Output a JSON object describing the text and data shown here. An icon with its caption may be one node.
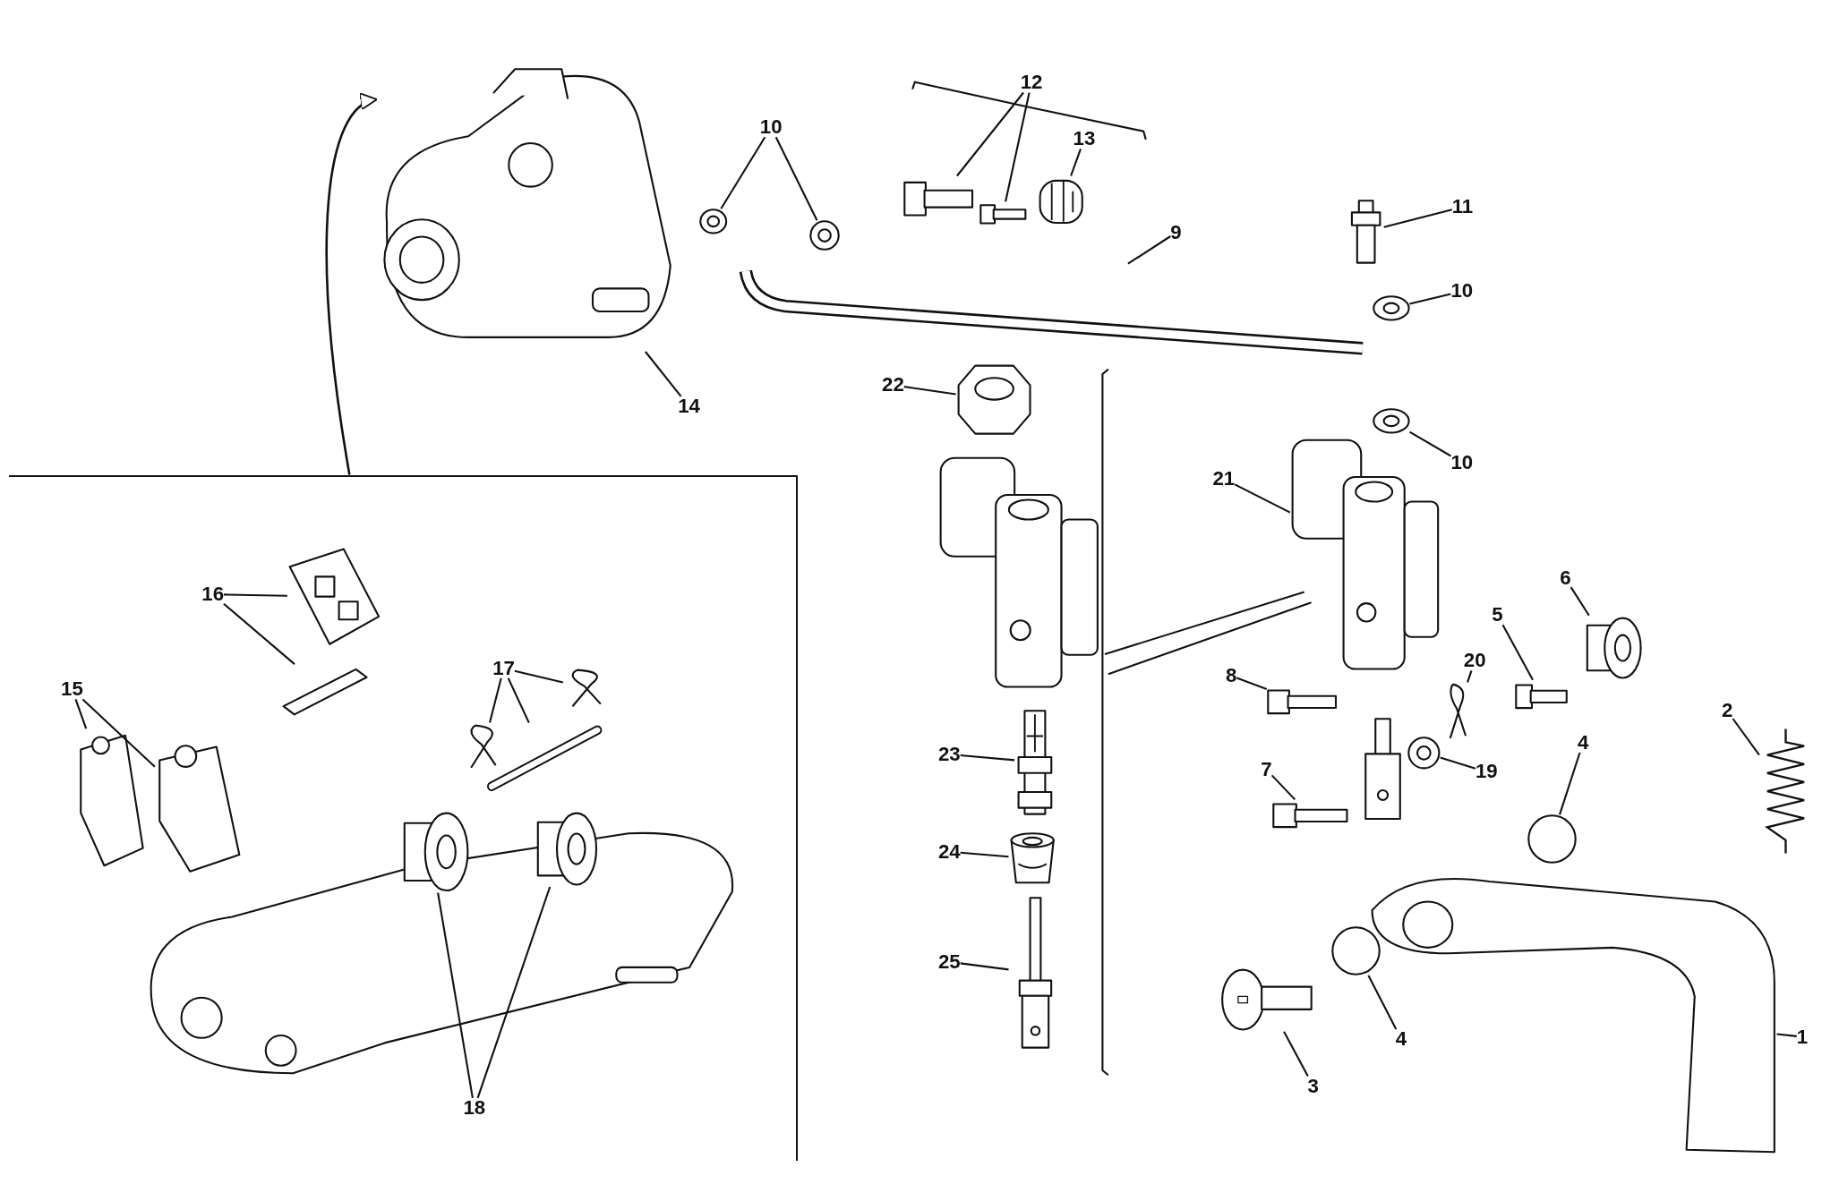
{
  "diagram": {
    "nodes": [
      {
        "text": [],
        "shape": "box"
      },
      {
        "text": [],
        "shape": "picture"
      },
      {
        "text": [
          "14"
        ]
      },
      {
        "text": [],
        "shape": "picture"
      },
      {
        "text": [],
        "shape": "picture"
      },
      {
        "text": [
          "10"
        ]
      },
      {
        "text": [],
        "shape": "picture"
      },
      {
        "text": [],
        "shape": "picture"
      },
      {
        "text": [
          "12"
        ]
      },
      {
        "text": [],
        "shape": "picture"
      },
      {
        "text": [
          "13"
        ]
      },
      {
        "text": [],
        "shape": "picture"
      },
      {
        "text": [
          "9"
        ]
      },
      {
        "text": [],
        "shape": "picture"
      },
      {
        "text": [
          "11"
        ]
      },
      {
        "text": [],
        "shape": "picture"
      },
      {
        "text": [
          "10"
        ]
      },
      {
        "text": [],
        "shape": "picture"
      },
      {
        "text": [
          "10"
        ]
      },
      {
        "text": [],
        "shape": "picture"
      },
      {
        "text": [
          "21"
        ]
      },
      {
        "text": [],
        "shape": "picture"
      },
      {
        "text": [
          "22"
        ]
      },
      {
        "text": [],
        "shape": "picture"
      },
      {
        "text": [],
        "shape": "picture"
      },
      {
        "text": [
          "23"
        ]
      },
      {
        "text": [],
        "shape": "picture"
      },
      {
        "text": [
          "24"
        ]
      },
      {
        "text": [],
        "shape": "picture"
      },
      {
        "text": [
          "25"
        ]
      },
      {
        "text": [],
        "shape": "picture"
      },
      {
        "text": [
          "8"
        ]
      },
      {
        "text": [],
        "shape": "picture"
      },
      {
        "text": [
          "7"
        ]
      },
      {
        "text": [],
        "shape": "picture"
      },
      {
        "text": [],
        "shape": "picture"
      },
      {
        "text": [
          "19"
        ]
      },
      {
        "text": [],
        "shape": "picture"
      },
      {
        "text": [
          "20"
        ]
      },
      {
        "text": [],
        "shape": "picture"
      },
      {
        "text": [
          "5"
        ]
      },
      {
        "text": [],
        "shape": "picture"
      },
      {
        "text": [
          "6"
        ]
      },
      {
        "text": [],
        "shape": "circle"
      },
      {
        "text": [
          "4"
        ]
      },
      {
        "text": [],
        "shape": "picture"
      },
      {
        "text": [
          "2"
        ]
      },
      {
        "text": [],
        "shape": "picture"
      },
      {
        "text": [
          "1"
        ]
      },
      {
        "text": [],
        "shape": "circle"
      },
      {
        "text": [
          "4"
        ]
      },
      {
        "text": [],
        "shape": "picture"
      },
      {
        "text": [
          "3"
        ]
      },
      {
        "text": [],
        "shape": "picture",
        "in": 0
      },
      {
        "text": [],
        "shape": "picture",
        "in": 0
      },
      {
        "text": [
          "16"
        ],
        "in": 0
      },
      {
        "text": [],
        "shape": "picture",
        "in": 0
      },
      {
        "text": [],
        "shape": "picture",
        "in": 0
      },
      {
        "text": [
          "15"
        ],
        "in": 0
      },
      {
        "text": [],
        "shape": "picture",
        "in": 0
      },
      {
        "text": [],
        "shape": "picture",
        "in": 0
      },
      {
        "text": [],
        "shape": "picture",
        "in": 0
      },
      {
        "text": [
          "17"
        ],
        "in": 0
      },
      {
        "text": [],
        "shape": "picture",
        "in": 0
      },
      {
        "text": [],
        "shape": "picture",
        "in": 0
      },
      {
        "text": [],
        "shape": "picture",
        "in": 0
      },
      {
        "text": [
          "18"
        ],
        "in": 0
      }
    ],
    "edges": [
      {
        "from": 0,
        "to": 1,
        "arrow": "to"
      },
      {
        "from": 2,
        "to": 1,
        "arrow": "none"
      },
      {
        "from": 5,
        "to": 3,
        "arrow": "none"
      },
      {
        "from": 5,
        "to": 4,
        "arrow": "none"
      },
      {
        "from": 8,
        "to": 6,
        "arrow": "none"
      },
      {
        "from": 8,
        "to": 7,
        "arrow": "none"
      },
      {
        "from": 10,
        "to": 9,
        "arrow": "none"
      },
      {
        "from": 12,
        "to": 11,
        "arrow": "none"
      },
      {
        "from": 14,
        "to": 13,
        "arrow": "none"
      },
      {
        "from": 16,
        "to": 15,
        "arrow": "none"
      },
      {
        "from": 18,
        "to": 17,
        "arrow": "none"
      },
      {
        "from": 20,
        "to": 19,
        "arrow": "none"
      },
      {
        "from": 22,
        "to": 21,
        "arrow": "none"
      },
      {
        "from": 25,
        "to": 24,
        "arrow": "none"
      },
      {
        "from": 27,
        "to": 26,
        "arrow": "none"
      },
      {
        "from": 29,
        "to": 28,
        "arrow": "none"
      },
      {
        "from": 31,
        "to": 30,
        "arrow": "none"
      },
      {
        "from": 33,
        "to": 32,
        "arrow": "none"
      },
      {
        "from": 36,
        "to": 35,
        "arrow": "none"
      },
      {
        "from": 38,
        "to": 37,
        "arrow": "none"
      },
      {
        "from": 40,
        "to": 39,
        "arrow": "none"
      },
      {
        "from": 42,
        "to": 41,
        "arrow": "none"
      },
      {
        "from": 44,
        "to": 43,
        "arrow": "none"
      },
      {
        "from": 46,
        "to": 45,
        "arrow": "none"
      },
      {
        "from": 48,
        "to": 47,
        "arrow": "none"
      },
      {
        "from": 50,
        "to": 49,
        "arrow": "none"
      },
      {
        "from": 52,
        "to": 51,
        "arrow": "none"
      },
      {
        "from": 55,
        "to": 53,
        "arrow": "none"
      },
      {
        "from": 55,
        "to": 54,
        "arrow": "none"
      },
      {
        "from": 58,
        "to": 56,
        "arrow": "none"
      },
      {
        "from": 58,
        "to": 57,
        "arrow": "none"
      },
      {
        "from": 62,
        "to": 59,
        "arrow": "none"
      },
      {
        "from": 62,
        "to": 60,
        "arrow": "none"
      },
      {
        "from": 62,
        "to": 61,
        "arrow": "none"
      },
      {
        "from": 66,
        "to": 64,
        "arrow": "none"
      },
      {
        "from": 66,
        "to": 65,
        "arrow": "none"
      }
    ]
  }
}
